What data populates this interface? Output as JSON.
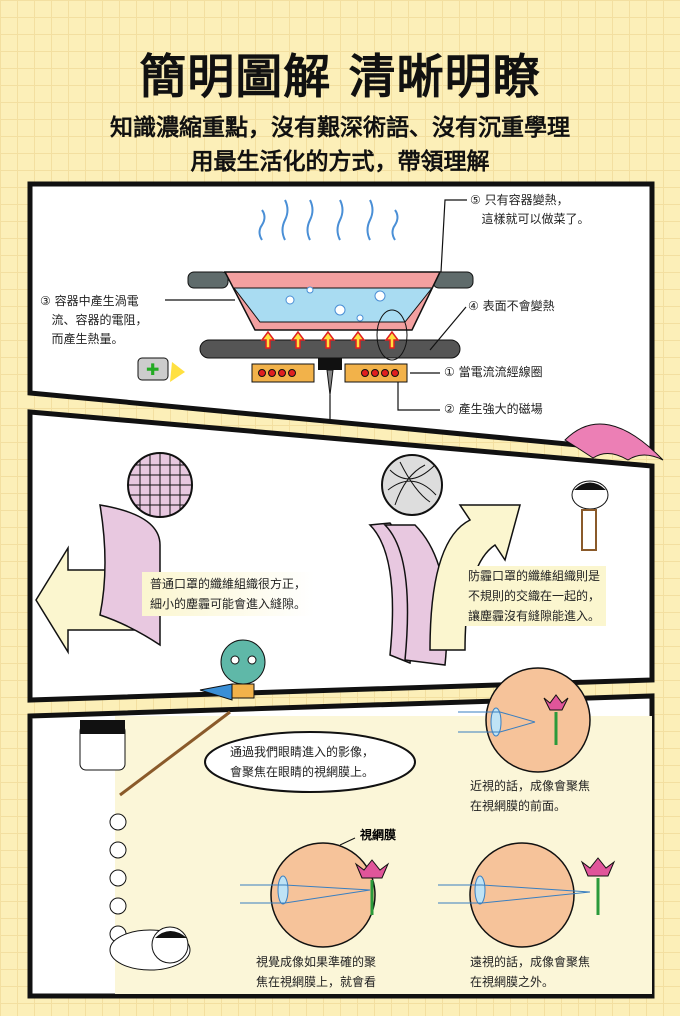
{
  "header": {
    "title": "簡明圖解 清晰明瞭",
    "subtitle_line1": "知識濃縮重點，沒有艱深術語、沒有沉重學理",
    "subtitle_line2": "用最生活化的方式，帶領理解"
  },
  "panel_induction": {
    "step1": "① 當電流流經線圈",
    "step2": "② 產生強大的磁場",
    "step3": "③ 容器中產生渦電\n   流、容器的電阻，\n   而產生熱量。",
    "step4": "④ 表面不會變熱",
    "step5": "⑤ 只有容器變熱，\n   這樣就可以做菜了。"
  },
  "panel_mask": {
    "normal_mask": "普通口罩的纖維組織很方正，\n細小的塵霾可能會進入縫隙。",
    "smog_mask": "防霾口罩的纖維組織則是\n不規則的交織在一起的，\n讓塵霾沒有縫隙能進入。"
  },
  "panel_eye": {
    "speech": "通過我們眼睛進入的影像，\n會聚焦在眼睛的視網膜上。",
    "retina_label": "視網膜",
    "myopia": "近視的話，成像會聚焦\n在視網膜的前面。",
    "normal": "視覺成像如果準確的聚\n焦在視網膜上，就會看",
    "hyperopia": "遠視的話，成像會聚焦\n在視網膜之外。"
  },
  "colors": {
    "background": "#fcefb8",
    "water": "#a9dcf2",
    "pot": "#f3a0a0",
    "eye": "#f6c39a",
    "mask": "#e8c8e0",
    "bubble": "#fbf6cf"
  }
}
